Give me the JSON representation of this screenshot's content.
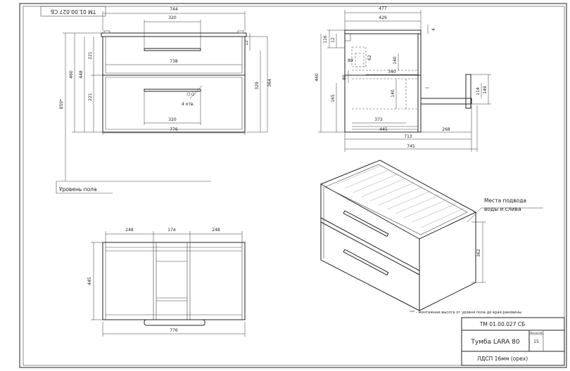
{
  "stamp": "ТМ 01.00.027 СБ",
  "stamp_rotated": "ТМ 01.00.027 СБ",
  "title": "Тумба LARA 80",
  "material": "ЛДСП 16мм (орех)",
  "scale_label": "Масштаб",
  "scale_value": "15",
  "floor_label": "Уровень пола",
  "note": "\"*\" - монтажная высота от уровня пола до края раковины",
  "callout": [
    "Места подвода",
    "воды и слива"
  ],
  "holes_label": "4 отв.",
  "front": {
    "w744": "744",
    "w320a": "320",
    "w738": "738",
    "w320b": "320",
    "w776": "776",
    "h460": "460",
    "h448": "448",
    "h221a": "221",
    "h221b": "221",
    "h850": "850*",
    "h12": "12",
    "h329": "329",
    "h364": "364"
  },
  "side": {
    "w477": "477",
    "w429": "429",
    "h4": "4",
    "h116": "116",
    "h12": "12",
    "h62": "62",
    "h89": "89",
    "h140a": "140",
    "w340": "340",
    "h460": "460",
    "h80": "80",
    "h140b": "140",
    "h165": "165",
    "w373": "373",
    "w445": "445",
    "w268": "268",
    "w713": "713",
    "w745": "745",
    "h114": "114",
    "h149": "149"
  },
  "top": {
    "w248a": "248",
    "w174": "174",
    "w248b": "248",
    "h445": "445",
    "w776": "776"
  },
  "iso": {
    "h362": "362"
  }
}
